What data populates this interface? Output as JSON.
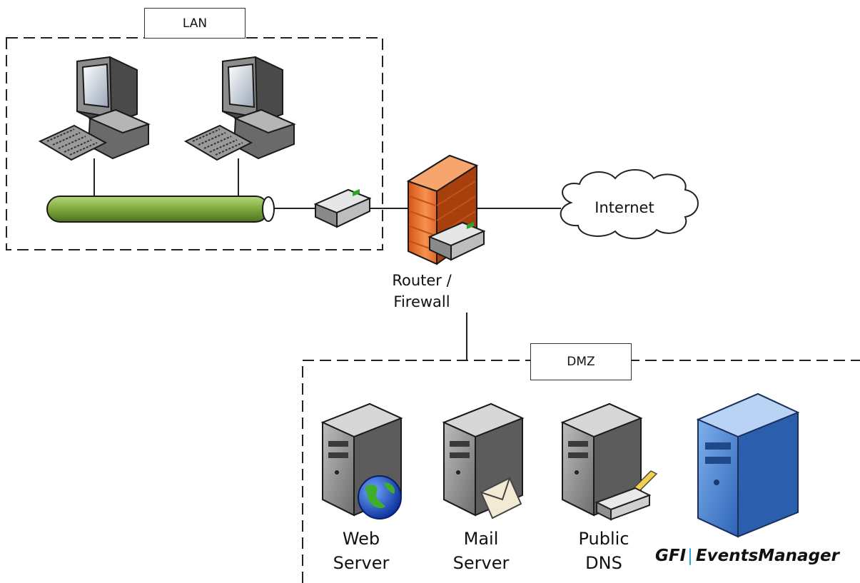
{
  "zones": {
    "lan": "LAN",
    "dmz": "DMZ"
  },
  "nodes": {
    "internet": "Internet",
    "router_firewall": [
      "Router /",
      "Firewall"
    ],
    "web_server": [
      "Web",
      "Server"
    ],
    "mail_server": [
      "Mail",
      "Server"
    ],
    "public_dns": [
      "Public",
      "DNS"
    ]
  },
  "logo": {
    "brand": "GFI",
    "product": "EventsManager",
    "separator_color": "#29a3d8"
  },
  "colors": {
    "firewall": "#f07a3a",
    "lan_bus": "#78a637",
    "highlight_server": "#3a78cc",
    "server": "#8a8a8a"
  },
  "icons": [
    "desktop-computer-icon",
    "keyboard-icon",
    "network-bus-icon",
    "switch-icon",
    "firewall-icon",
    "router-icon",
    "cloud-icon",
    "server-icon",
    "globe-icon",
    "envelope-icon",
    "drawer-icon"
  ]
}
